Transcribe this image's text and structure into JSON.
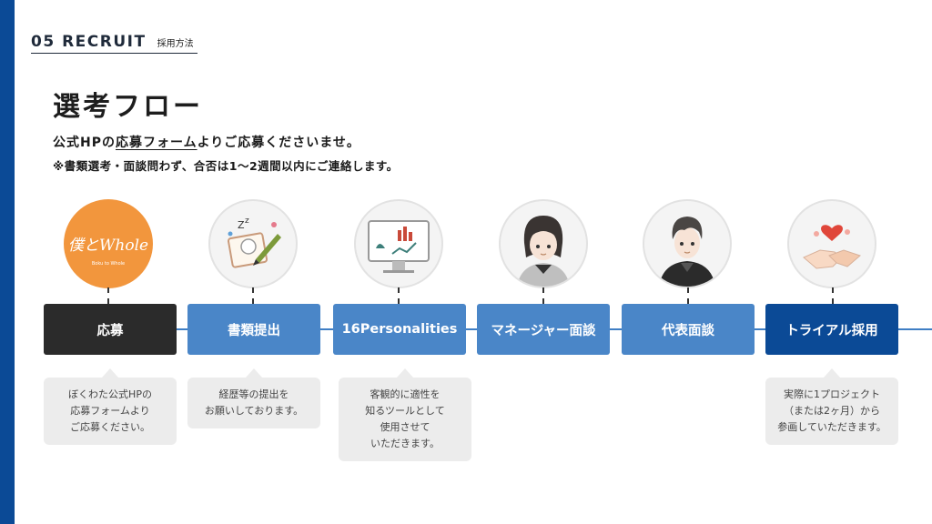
{
  "section": {
    "title": "05 RECRUIT",
    "subtitle": "採用方法"
  },
  "page_title": "選考フロー",
  "lead": {
    "prefix": "公式HPの",
    "link": "応募フォーム",
    "suffix": "よりご応募くださいませ。",
    "note": "※書類選考・面談問わず、合否は1〜2週間以内にご連絡します。"
  },
  "logo_text": "僕とWhole",
  "logo_subtext": "Boku to Whole",
  "steps": [
    {
      "label": "応募",
      "icon": "logo-icon"
    },
    {
      "label": "書類提出",
      "icon": "document-writing-icon"
    },
    {
      "label": "16Personalities",
      "icon": "monitor-chart-icon"
    },
    {
      "label": "マネージャー面談",
      "icon": "manager-avatar-icon"
    },
    {
      "label": "代表面談",
      "icon": "ceo-avatar-icon"
    },
    {
      "label": "トライアル採用",
      "icon": "handshake-heart-icon"
    }
  ],
  "bubbles": {
    "apply": [
      "ぼくわた公式HPの",
      "応募フォームより",
      "ご応募ください。"
    ],
    "documents": [
      "経歴等の提出を",
      "お願いしております。"
    ],
    "personalities": [
      "客観的に適性を",
      "知るツールとして",
      "使用させて",
      "いただきます。"
    ],
    "trial": [
      "実際に1プロジェクト",
      "（または2ヶ月）から",
      "参画していただきます。"
    ]
  },
  "colors": {
    "brand": "#0b4a96",
    "step_mid": "#4a86c8",
    "step_dark": "#2b2b2b",
    "logo_orange": "#f2963d"
  }
}
